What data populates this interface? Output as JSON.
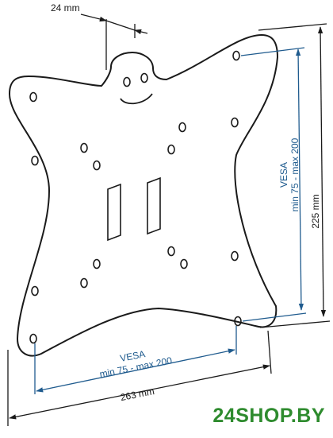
{
  "dimensions": {
    "width": "263 mm",
    "height": "225 mm",
    "slot_offset": "24 mm"
  },
  "vesa_horizontal": {
    "title": "VESA",
    "range": "min 75 - max 200"
  },
  "vesa_vertical": {
    "title": "VESA",
    "range": "min 75 - max 200"
  },
  "watermark": {
    "text": "24SHOP.BY"
  },
  "colors": {
    "outline": "#1a1a1a",
    "vesa": "#1f5b8e",
    "plate_fill": "#ffffff",
    "brand": "#2e8b2e"
  }
}
